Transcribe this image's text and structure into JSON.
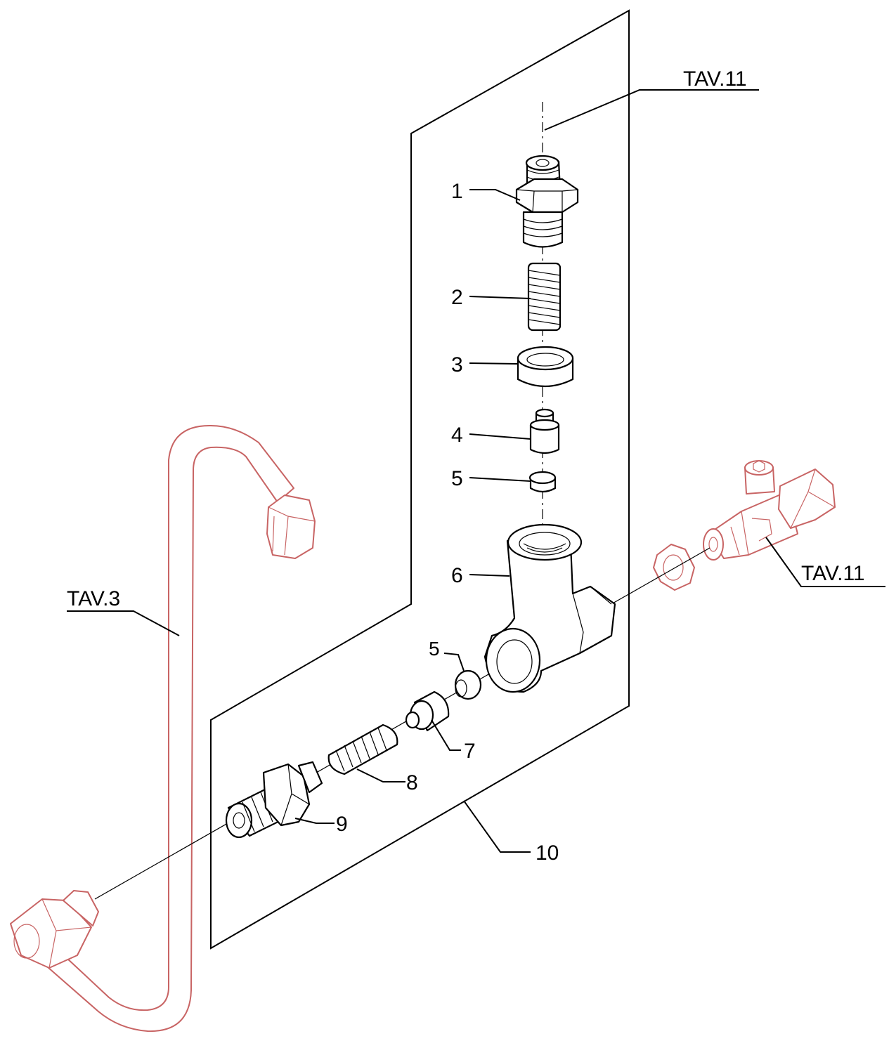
{
  "labels": {
    "ref_top": "TAV.11",
    "ref_right": "TAV.11",
    "ref_left": "TAV.3",
    "p1": "1",
    "p2": "2",
    "p3": "3",
    "p4": "4",
    "p5_upper": "5",
    "p5_lower": "5",
    "p6": "6",
    "p7": "7",
    "p8": "8",
    "p9": "9",
    "p10": "10"
  },
  "colors": {
    "line": "#000000",
    "external_part": "#c86464",
    "background": "#ffffff"
  }
}
